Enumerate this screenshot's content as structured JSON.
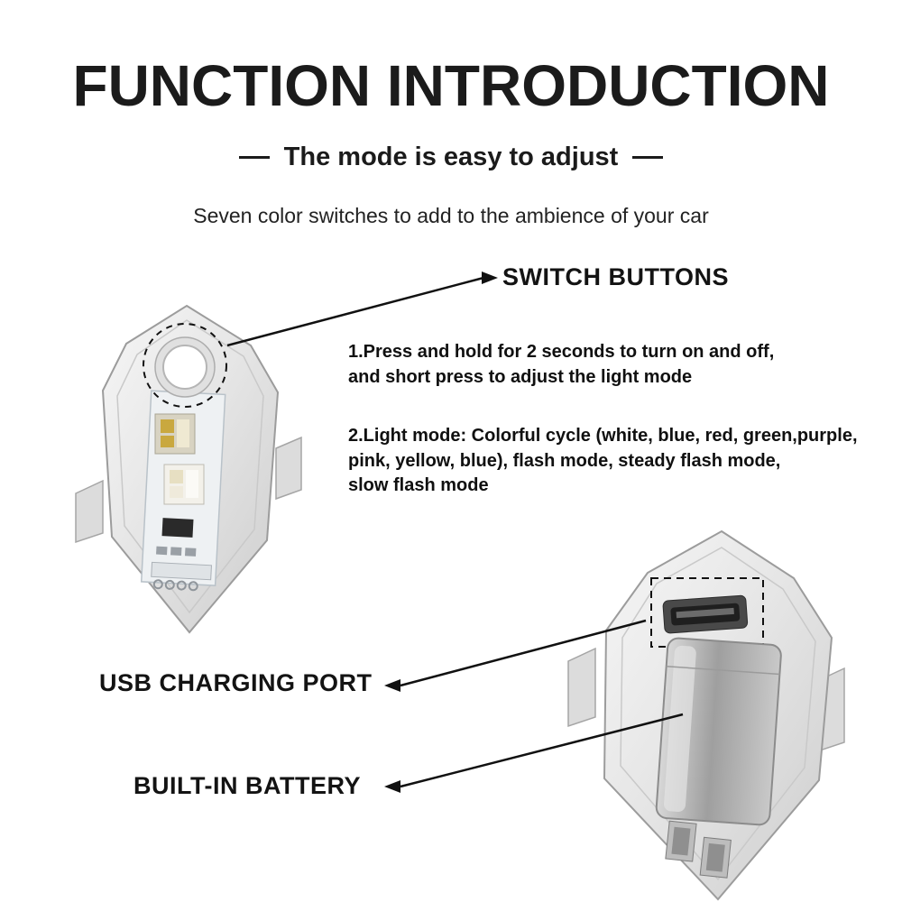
{
  "header": {
    "title": "FUNCTION INTRODUCTION",
    "subtitle": "The mode is easy to adjust",
    "tagline": "Seven color switches to add to the ambience of your car"
  },
  "annotations": {
    "switch_buttons_label": "SWITCH BUTTONS",
    "usb_port_label": "USB CHARGING PORT",
    "battery_label": "BUILT-IN BATTERY"
  },
  "instructions": [
    {
      "text": "1.Press and hold for 2 seconds to turn on and off,\nand short press to adjust the light mode"
    },
    {
      "text": "2.Light mode: Colorful cycle (white, blue, red, green,purple,\npink, yellow, blue), flash mode, steady flash mode,\nslow flash mode"
    }
  ],
  "colors": {
    "text": "#1b1b1b",
    "background": "#ffffff",
    "annotation_line": "#111111",
    "device_body": "#e6e6e6",
    "battery_metal": "#a8a8a8"
  }
}
